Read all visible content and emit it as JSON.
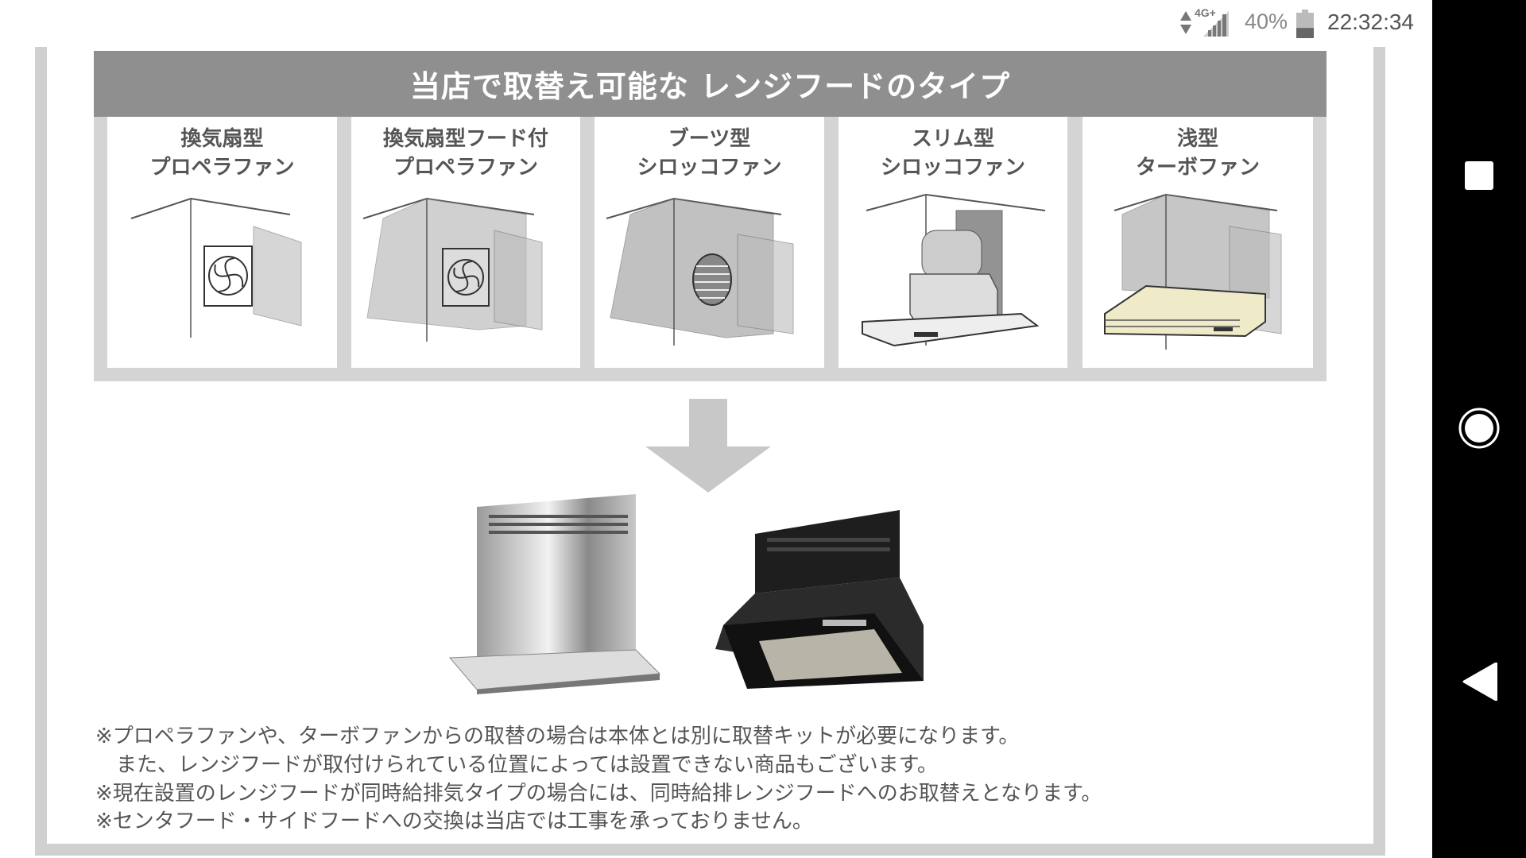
{
  "status_bar": {
    "network": "4G+",
    "battery": "40%",
    "battery_level": 0.4,
    "time": "22:32:34"
  },
  "panel": {
    "title": "当店で取替え可能な レンジフードのタイプ",
    "types": [
      {
        "line1": "換気扇型",
        "line2": "プロペラファン"
      },
      {
        "line1": "換気扇型フード付",
        "line2": "プロペラファン"
      },
      {
        "line1": "ブーツ型",
        "line2": "シロッコファン"
      },
      {
        "line1": "スリム型",
        "line2": "シロッコファン"
      },
      {
        "line1": "浅型",
        "line2": "ターボファン"
      }
    ]
  },
  "notes": [
    "※プロペラファンや、ターボファンからの取替の場合は本体とは別に取替キットが必要になります。",
    "　また、レンジフードが取付けられている位置によっては設置できない商品もございます。",
    "※現在設置のレンジフードが同時給排気タイプの場合には、同時給排レンジフードへのお取替えとなります。",
    "※センタフード・サイドフードへの交換は当店では工事を承っておりません。"
  ],
  "nav": {
    "recents": "square-icon",
    "home": "circle-icon",
    "back": "back-triangle-icon"
  }
}
